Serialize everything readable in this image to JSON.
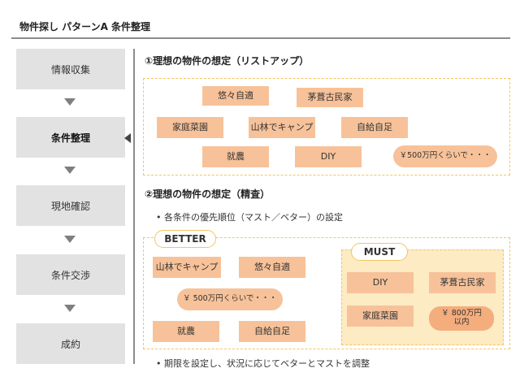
{
  "title": "物件探し  パターンA  条件整理",
  "steps": [
    "情報収集",
    "条件整理",
    "現地確認",
    "条件交渉",
    "成約"
  ],
  "active_step_index": 1,
  "section1": {
    "heading": "①理想の物件の想定（リストアップ）",
    "tags": [
      "悠々自適",
      "茅葺古民家",
      "家庭菜園",
      "山林でキャンプ",
      "自給自足",
      "就農",
      "DIY"
    ],
    "pill": "￥500万円くらいで・・・"
  },
  "section2": {
    "heading": "②理想の物件の想定（精査）",
    "bullet_top": "•  各条件の優先順位（マスト／ベター）の設定",
    "better": {
      "label": "BETTER",
      "tags": [
        "山林でキャンプ",
        "悠々自適",
        "就農",
        "自給自足"
      ],
      "pill": "￥ 500万円くらいで・・・"
    },
    "must": {
      "label": "MUST",
      "tags": [
        "DIY",
        "茅葺古民家",
        "家庭菜園"
      ],
      "pill_line1": "￥ 800万円",
      "pill_line2": "以内"
    },
    "bullet_bottom": "•  期限を設定し、状況に応じてベターとマストを調整"
  },
  "colors": {
    "tag_fill": "#f7c299",
    "dashed_border": "#f5c563",
    "must_fill": "#fdebc4",
    "step_fill": "#e2e2e2"
  }
}
